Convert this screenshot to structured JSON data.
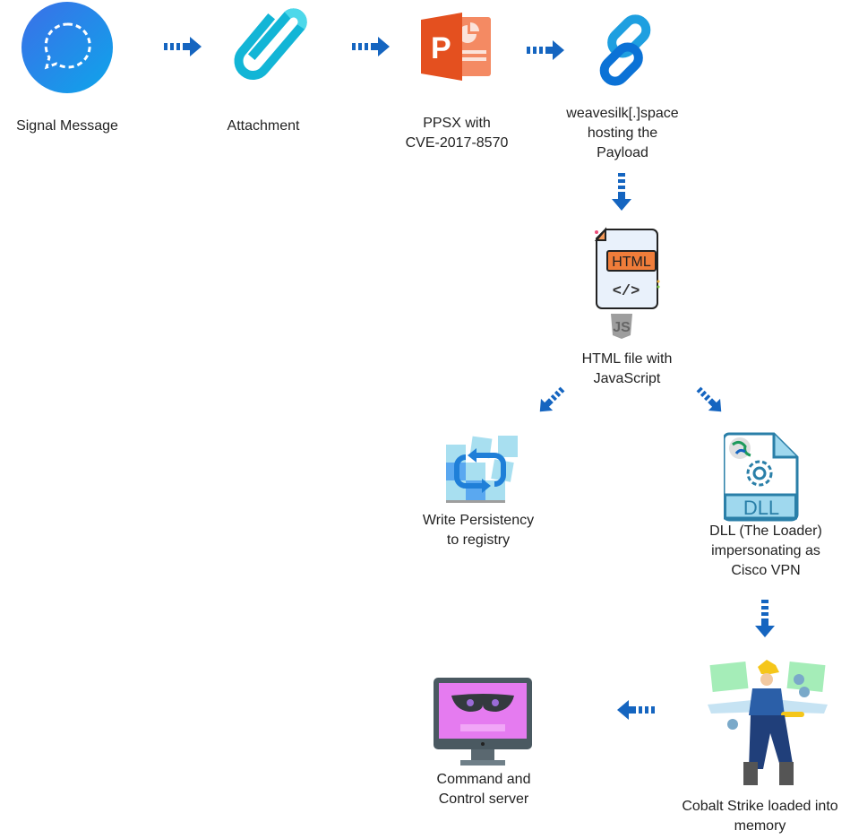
{
  "diagram": {
    "title": "Attack chain",
    "accent_arrow_color": "#1565c0",
    "nodes": [
      {
        "id": "signal",
        "label": "Signal Message",
        "icon": "signal-messenger-icon"
      },
      {
        "id": "attachment",
        "label": "Attachment",
        "icon": "paperclip-icon"
      },
      {
        "id": "ppsx",
        "label": "PPSX with\nCVE-2017-8570",
        "icon": "powerpoint-icon"
      },
      {
        "id": "link",
        "label": "weavesilk[.]space\nhosting the\nPayload",
        "icon": "chain-link-icon"
      },
      {
        "id": "html",
        "label": "HTML file with\nJavaScript",
        "icon": "html-file-icon",
        "badge": "HTML",
        "sub_badge": "JS"
      },
      {
        "id": "registry",
        "label": "Write Persistency\nto registry",
        "icon": "registry-icon"
      },
      {
        "id": "dll",
        "label": "DLL (The Loader)\nimpersonating as\nCisco VPN",
        "icon": "dll-file-icon",
        "badge": "DLL"
      },
      {
        "id": "cobalt",
        "label": "Cobalt Strike loaded into\nmemory",
        "icon": "cobalt-strike-icon"
      },
      {
        "id": "c2",
        "label": "Command and\nControl server",
        "icon": "c2-monitor-icon"
      }
    ],
    "edges": [
      {
        "from": "signal",
        "to": "attachment",
        "direction": "right"
      },
      {
        "from": "attachment",
        "to": "ppsx",
        "direction": "right"
      },
      {
        "from": "ppsx",
        "to": "link",
        "direction": "right"
      },
      {
        "from": "link",
        "to": "html",
        "direction": "down"
      },
      {
        "from": "html",
        "to": "registry",
        "direction": "down-left"
      },
      {
        "from": "html",
        "to": "dll",
        "direction": "down-right"
      },
      {
        "from": "dll",
        "to": "cobalt",
        "direction": "down"
      },
      {
        "from": "cobalt",
        "to": "c2",
        "direction": "left"
      }
    ]
  }
}
